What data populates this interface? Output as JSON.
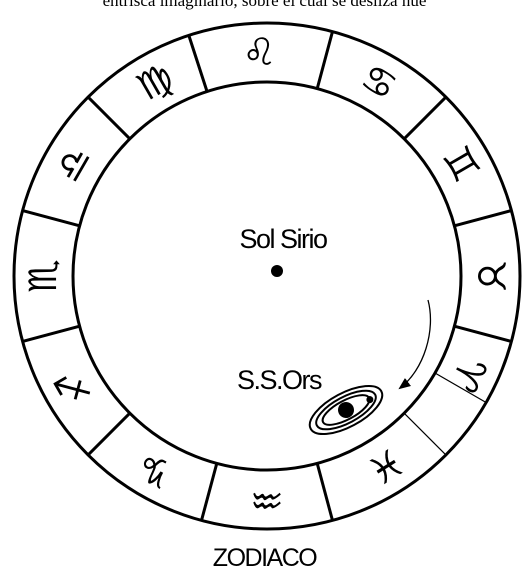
{
  "header": {
    "partial_caption": "entrisca imaginario, sobre el cual se desliza nue"
  },
  "diagram": {
    "center_label": "Sol Sirio",
    "system_label": "S.S.Ors",
    "footer_label": "ZODIACO",
    "signs": [
      {
        "name": "Leo",
        "glyph": "♌"
      },
      {
        "name": "Cancer",
        "glyph": "♋"
      },
      {
        "name": "Gemini",
        "glyph": "♊"
      },
      {
        "name": "Taurus",
        "glyph": "♉"
      },
      {
        "name": "Aries",
        "glyph": "♈"
      },
      {
        "name": "Pisces",
        "glyph": "♓"
      },
      {
        "name": "Aquarius",
        "glyph": "♒"
      },
      {
        "name": "Capricorn",
        "glyph": "♑"
      },
      {
        "name": "Sagittarius",
        "glyph": "♐"
      },
      {
        "name": "Scorpio",
        "glyph": "♏"
      },
      {
        "name": "Libra",
        "glyph": "♎"
      },
      {
        "name": "Virgo",
        "glyph": "♍"
      }
    ]
  }
}
